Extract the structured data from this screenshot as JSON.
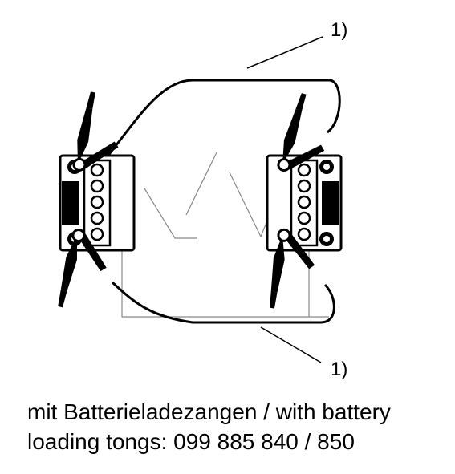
{
  "diagram": {
    "footnote_marker_top": "1)",
    "footnote_marker_bottom": "1)",
    "caption_line1": "mit Batterieladezangen / with battery",
    "caption_line2": "loading tongs: 099 885 840 / 850",
    "icons": [
      "battery-icon",
      "battery-clamp-icon",
      "lightning-icon"
    ]
  }
}
